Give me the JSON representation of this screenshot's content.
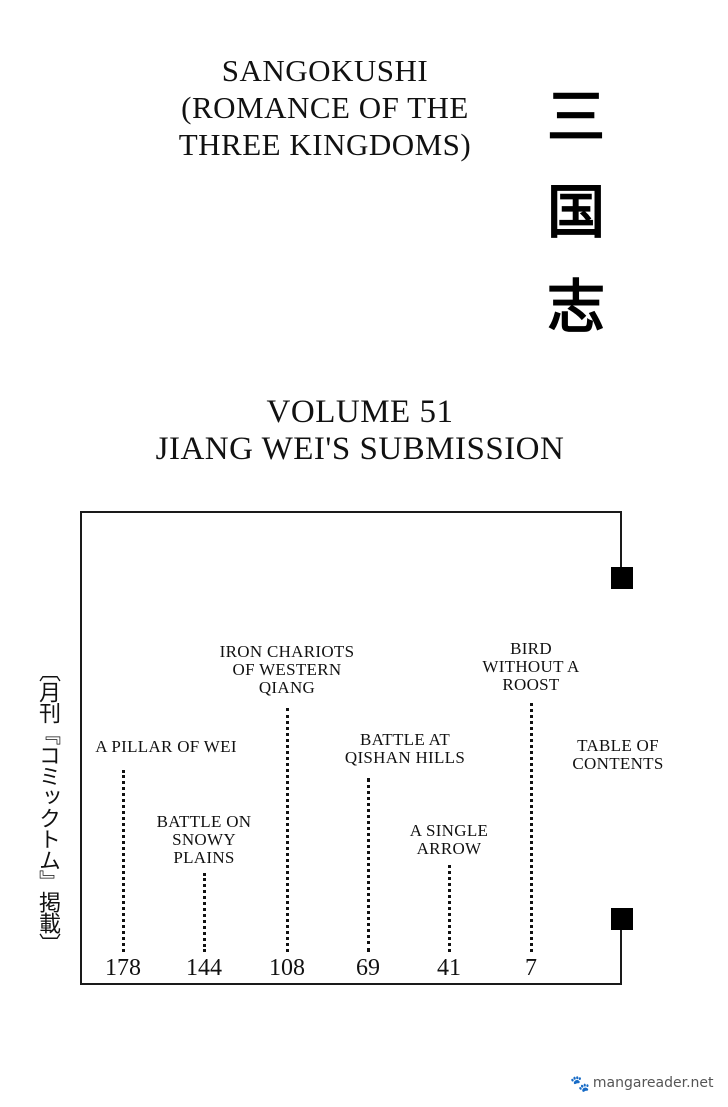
{
  "header": {
    "series_title_lines": [
      "Sangokushi",
      "(Romance of the",
      "Three Kingdoms)"
    ],
    "kanji": [
      "三",
      "国",
      "志"
    ]
  },
  "volume": {
    "number_line": "Volume 51",
    "subtitle": "Jiang Wei's Submission"
  },
  "side_label": "〔月刊『コミックトム』掲載〕",
  "contents": {
    "heading_lines": [
      "Table of",
      "Contents"
    ],
    "chapters": [
      {
        "title_lines": [
          "A Pillar of Wei"
        ],
        "page": "178"
      },
      {
        "title_lines": [
          "Battle on",
          "Snowy",
          "Plains"
        ],
        "page": "144"
      },
      {
        "title_lines": [
          "Iron Chariots",
          "of Western",
          "Qiang"
        ],
        "page": "108"
      },
      {
        "title_lines": [
          "Battle at",
          "Qishan Hills"
        ],
        "page": "69"
      },
      {
        "title_lines": [
          "A Single",
          "Arrow"
        ],
        "page": "41"
      },
      {
        "title_lines": [
          "Bird",
          "Without a",
          "Roost"
        ],
        "page": "7"
      }
    ]
  },
  "watermark": {
    "logo_icon": "manga-creature-logo",
    "text": "mangareader.net"
  }
}
